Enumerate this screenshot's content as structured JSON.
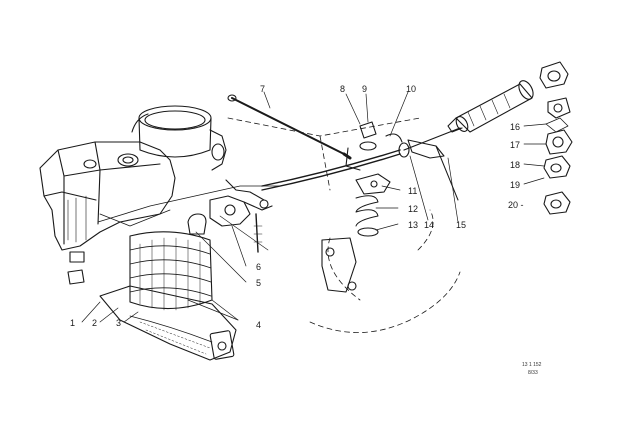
{
  "diagram": {
    "callouts": [
      {
        "id": "c1",
        "label": "1"
      },
      {
        "id": "c2",
        "label": "2"
      },
      {
        "id": "c3",
        "label": "3"
      },
      {
        "id": "c4",
        "label": "4"
      },
      {
        "id": "c5",
        "label": "5"
      },
      {
        "id": "c6",
        "label": "6"
      },
      {
        "id": "c7",
        "label": "7"
      },
      {
        "id": "c8",
        "label": "8"
      },
      {
        "id": "c9",
        "label": "9"
      },
      {
        "id": "c10",
        "label": "10"
      },
      {
        "id": "c11",
        "label": "11"
      },
      {
        "id": "c12",
        "label": "12"
      },
      {
        "id": "c13",
        "label": "13"
      },
      {
        "id": "c14",
        "label": "14"
      },
      {
        "id": "c15",
        "label": "15"
      },
      {
        "id": "c16",
        "label": "16"
      },
      {
        "id": "c17",
        "label": "17"
      },
      {
        "id": "c18",
        "label": "18"
      },
      {
        "id": "c19",
        "label": "19"
      },
      {
        "id": "c20",
        "label": "20 -"
      }
    ],
    "drawing_number": "13 1 152",
    "drawing_date": "8/33"
  },
  "colors": {
    "ink": "#1a1a1a",
    "paper": "#ffffff"
  }
}
